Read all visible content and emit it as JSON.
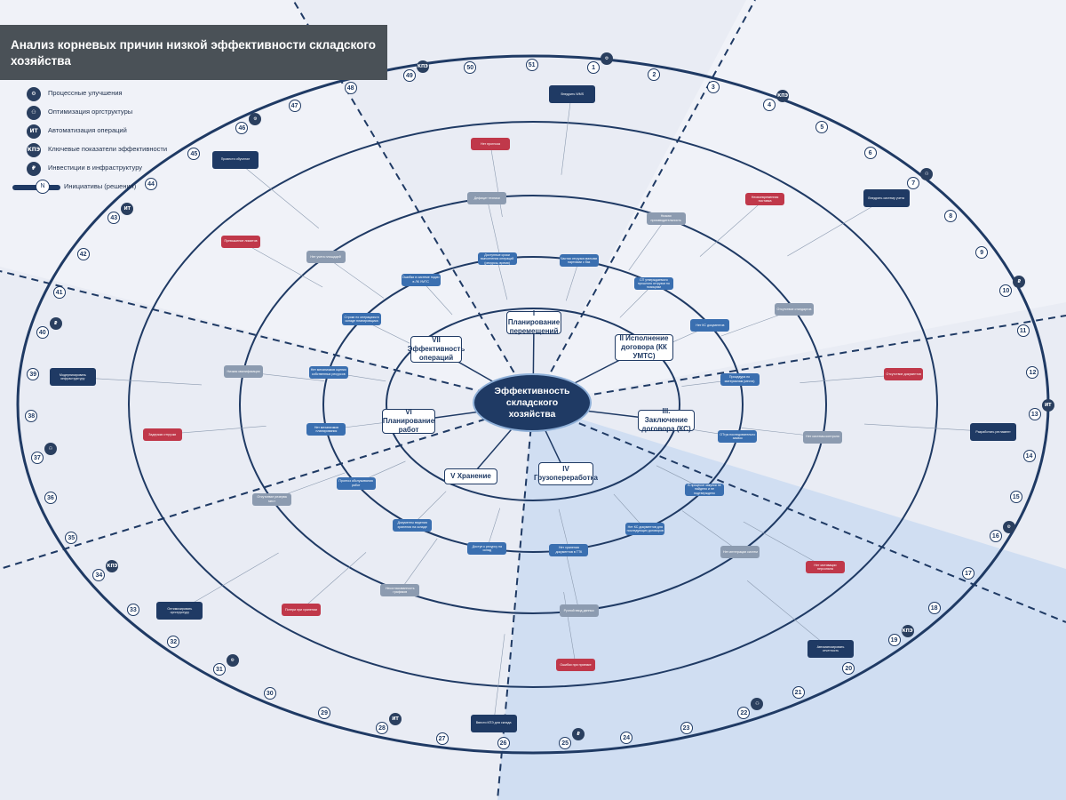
{
  "title": "Анализ корневых причин низкой эффективности складского хозяйства",
  "legend": [
    {
      "icon": "gear-icon",
      "symbol": "⚙",
      "label": "Процессные улучшения"
    },
    {
      "icon": "org-icon",
      "symbol": "⚇",
      "label": "Оптимизация оргструктуры"
    },
    {
      "icon": "it-icon",
      "symbol": "ИТ",
      "label": "Автоматизация операций"
    },
    {
      "icon": "kpi-icon",
      "symbol": "КПЭ",
      "label": "Ключевые показатели эффективности"
    },
    {
      "icon": "ruble-icon",
      "symbol": "₽",
      "label": "Инвестиции в инфраструктуру"
    }
  ],
  "legend_initiative": {
    "symbol": "N",
    "label": "Инициативы (решения)"
  },
  "center": "Эффективность складского хозяйства",
  "sections": [
    {
      "id": "I",
      "label": "I Планирование перемещений"
    },
    {
      "id": "II",
      "label": "II Исполнение договора (КК УМТС)"
    },
    {
      "id": "III",
      "label": "III. Заключение договора (КС)"
    },
    {
      "id": "IV",
      "label": "IV Грузопереработка"
    },
    {
      "id": "V",
      "label": "V Хранение"
    },
    {
      "id": "VI",
      "label": "VI Планирование работ"
    },
    {
      "id": "VII",
      "label": "VII Эффективность операций"
    }
  ],
  "colors": {
    "background": "#e9ecf4",
    "dark_node": "#1f3a64",
    "mid_node": "#3a6fb0",
    "gray_node": "#8c9bb0",
    "red_node": "#c0384a",
    "ring": "#1f3a64",
    "highlight": "#c9dbf1"
  },
  "nodes": [
    {
      "kind": "mid",
      "text": "Частая отгрузка малыми партиями с баз"
    },
    {
      "kind": "mid",
      "text": "СП утверждаемого прошлого отгрузки по позициям"
    },
    {
      "kind": "mid",
      "text": "Нет КС документов"
    },
    {
      "kind": "mid",
      "text": "Процедура по материалам (места)"
    },
    {
      "kind": "mid",
      "text": "ОТгрк последовательно заявок"
    },
    {
      "kind": "mid",
      "text": "В процессе закупки не найдено и не подтверждено"
    },
    {
      "kind": "mid",
      "text": "Нет КС документов для последующих договоров"
    },
    {
      "kind": "mid",
      "text": "Нет хранения документов в ТТК"
    },
    {
      "kind": "mid",
      "text": "Доступ к ресурсу на склад"
    },
    {
      "kind": "mid",
      "text": "Документы ведения хранения на складе"
    },
    {
      "kind": "mid",
      "text": "Прогноз обслуживания работ"
    },
    {
      "kind": "mid",
      "text": "Нет механизмов планирования"
    },
    {
      "kind": "mid",
      "text": "Нет механизмов оценки собственных ресурсов"
    },
    {
      "kind": "mid",
      "text": "Строки по операциям в складе планировщика"
    },
    {
      "kind": "mid",
      "text": "Ошибки в системе подач в ЛК УМТС"
    },
    {
      "kind": "mid",
      "text": "Доступные сроки выполнения операций (ресурсы, время)"
    },
    {
      "kind": "gray",
      "text": "Низкая производительность"
    },
    {
      "kind": "gray",
      "text": "Отсутствие стандартов"
    },
    {
      "kind": "gray",
      "text": "Нет системы контроля"
    },
    {
      "kind": "gray",
      "text": "Нет интеграции систем"
    },
    {
      "kind": "gray",
      "text": "Ручной ввод данных"
    },
    {
      "kind": "gray",
      "text": "Несогласованность графиков"
    },
    {
      "kind": "gray",
      "text": "Отсутствие резерва мест"
    },
    {
      "kind": "gray",
      "text": "Низкая квалификация"
    },
    {
      "kind": "gray",
      "text": "Нет учета площадей"
    },
    {
      "kind": "gray",
      "text": "Дефицит техники"
    },
    {
      "kind": "red",
      "text": "Несвоевременная поставка"
    },
    {
      "kind": "red",
      "text": "Отсутствие документов"
    },
    {
      "kind": "red",
      "text": "Нет мотивации персонала"
    },
    {
      "kind": "red",
      "text": "Ошибки при приемке"
    },
    {
      "kind": "red",
      "text": "Потери при хранении"
    },
    {
      "kind": "red",
      "text": "Задержки отгрузки"
    },
    {
      "kind": "red",
      "text": "Превышение лимитов"
    },
    {
      "kind": "red",
      "text": "Нет прогноза"
    },
    {
      "kind": "dark",
      "text": "Внедрить систему учета"
    },
    {
      "kind": "dark",
      "text": "Разработать регламент"
    },
    {
      "kind": "dark",
      "text": "Автоматизировать отчетность"
    },
    {
      "kind": "dark",
      "text": "Ввести КПЭ для склада"
    },
    {
      "kind": "dark",
      "text": "Оптимизировать оргструктуру"
    },
    {
      "kind": "dark",
      "text": "Модернизировать инфраструктуру"
    },
    {
      "kind": "dark",
      "text": "Провести обучение"
    },
    {
      "kind": "dark",
      "text": "Внедрить WMS"
    }
  ],
  "initiatives": [
    "1",
    "2",
    "3",
    "4",
    "5",
    "6",
    "7",
    "8",
    "9",
    "10",
    "11",
    "12",
    "13",
    "14",
    "15",
    "16",
    "17",
    "18",
    "19",
    "20",
    "21",
    "22",
    "23",
    "24",
    "25",
    "26",
    "27",
    "28",
    "29",
    "30",
    "31",
    "32",
    "33",
    "34",
    "35",
    "36",
    "37",
    "38",
    "39",
    "40",
    "41",
    "42",
    "43",
    "44",
    "45",
    "46",
    "47",
    "48",
    "49",
    "50",
    "51"
  ]
}
